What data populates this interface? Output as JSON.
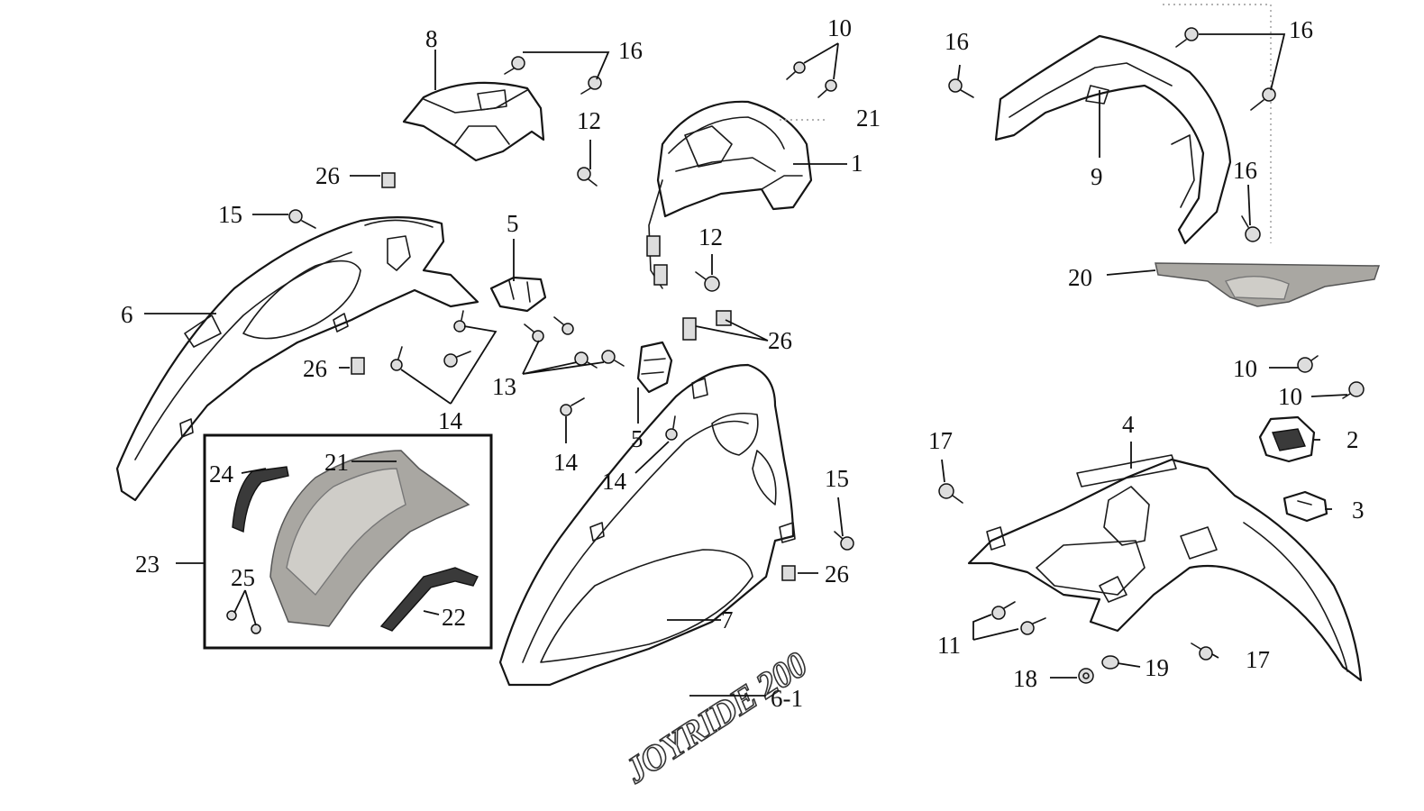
{
  "callouts": {
    "c1": "1",
    "c2": "2",
    "c3": "3",
    "c4": "4",
    "c5a": "5",
    "c5b": "5",
    "c6": "6",
    "c6_1": "6-1",
    "c7": "7",
    "c8": "8",
    "c9": "9",
    "c10a": "10",
    "c10b": "10",
    "c10c": "10",
    "c11": "11",
    "c12a": "12",
    "c12b": "12",
    "c13": "13",
    "c14a": "14",
    "c14b": "14",
    "c14c": "14",
    "c15a": "15",
    "c15b": "15",
    "c16a": "16",
    "c16b": "16",
    "c16c": "16",
    "c16d": "16",
    "c17a": "17",
    "c17b": "17",
    "c18": "18",
    "c19": "19",
    "c20": "20",
    "c21a": "21",
    "c21b": "21",
    "c22": "22",
    "c23": "23",
    "c24": "24",
    "c25": "25",
    "c26a": "26",
    "c26b": "26",
    "c26c": "26",
    "c26d": "26"
  },
  "emblem_text": "JOYRIDE 200",
  "colors": {
    "line": "#111111",
    "shade": "#a9a7a2",
    "background": "#ffffff"
  }
}
